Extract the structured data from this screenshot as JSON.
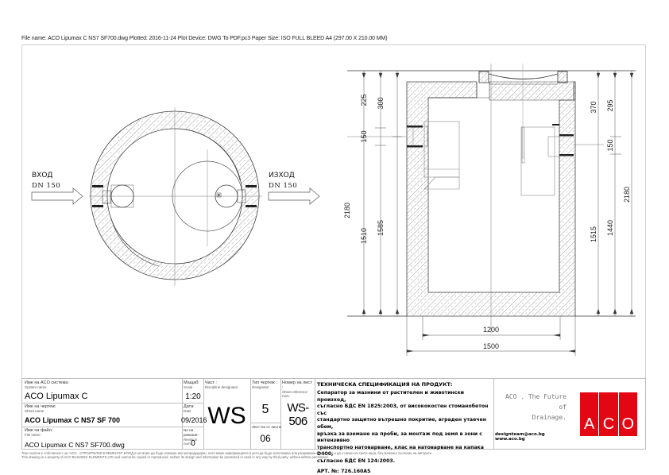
{
  "header": {
    "plot_info": "File name: ACO Lipumax C NS7 SF700.dwg   Plotted: 2016-11-24   Plot Device: DWG To PDF.pc3   Paper Size: ISO FULL BLEED A4 (297.00 X 210.00 MM)"
  },
  "plan_view": {
    "inlet_label": "ВХОД",
    "inlet_dn": "DN 150",
    "outlet_label": "ИЗХОД",
    "outlet_dn": "DN 150"
  },
  "section_view": {
    "dimensions_left": [
      "2180",
      "225",
      "300",
      "150",
      "1510",
      "1585"
    ],
    "dimensions_right": [
      "370",
      "295",
      "150",
      "1515",
      "1440",
      "2180"
    ],
    "dimensions_bottom": [
      "1200",
      "1500"
    ]
  },
  "title_block": {
    "system_name_label": "Име на ACO система:",
    "system_name_label_en": "System name",
    "system_name": "ACO Lipumax C",
    "sheet_name_label": "Име на чертеж:",
    "sheet_name_label_en": "Sheet name",
    "sheet_name": "ACO Lipumax C  NS7 SF 700",
    "file_name_label": "Име на файл:",
    "file_name_label_en": "File name",
    "file_name": "ACO Lipumax C NS7 SF700.dwg",
    "scale_label": "Мащаб:",
    "scale_label_en": "Scale",
    "scale": "1:20",
    "date_label": "Дата:",
    "date_label_en": "Date",
    "date": "09/2016",
    "revision_label": "No на ревизия:",
    "revision_label_en": "Revision num.",
    "revision": "0",
    "discipline_label": "Част :",
    "discipline_label_en": "Discipline designator",
    "discipline": "WS",
    "designator_label": "Тип чертеж :",
    "designator_label_en": "Designator",
    "designator": "5",
    "sheet_no_label": "Лист No от листа:",
    "sheet_no": "06",
    "sheet_ref_label": "Номер на лист :",
    "sheet_ref_label_en": "Sheet reference num.",
    "sheet_ref": "WS-506",
    "spec_title": "ТЕХНИЧЕСКА СПЕЦИФИКАЦИЯ НА ПРОДУКТ:",
    "spec_lines": [
      "Сепаратор за мазнини от растителен и животински произход,",
      "съгласно БДС EN 1825:2003, от висококостен стоманобетон със",
      "стандартно защитно вътрешно покритие, вграден утаечен обем,",
      "връзка за вземане на проби, за монтаж под земя в зони с интензивно",
      "транспортно натоварване, клас на натоварване на капака D400,",
      "съгласно БДС EN 124:2003."
    ],
    "article": "АРТ. №: 726.160AS",
    "tagline_1": "ACO . The Future of",
    "tagline_2": "Drainage.",
    "contact": "designteam@aco.bg  www.aco.bg",
    "logo_letters": [
      "A",
      "C",
      "O"
    ],
    "brand_color": "#e30613"
  },
  "footer": {
    "line_bg": "Този чертеж е собственост на \"АСО - СТРОИТЕЛНИ ЕЛЕМЕНТИ\" ЕООД и не може да бъде копиран или репродуциран, нито може информацията в него да бъде използвана или разкривана по какъвто и да е начин на трети лица, без писмено съгласие на авторите.",
    "line_en": "This drawing is a property of ACO BUILDING ELEMENTS LTD and cannot be copied or reproduced, neither its design and information be presented or used in any way by third party, without written permission."
  }
}
